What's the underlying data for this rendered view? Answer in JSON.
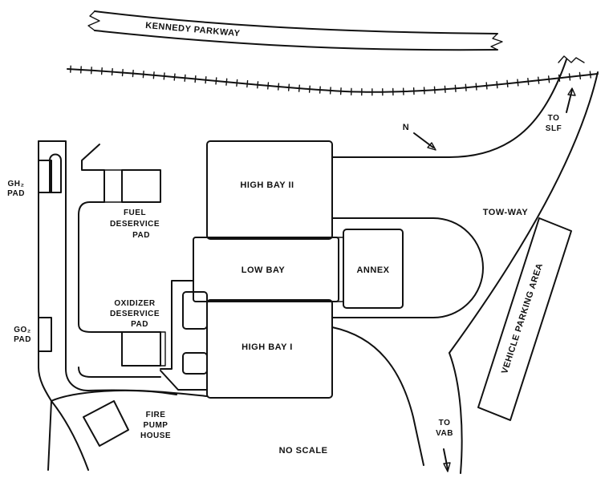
{
  "map": {
    "road_name": "KENNEDY PARKWAY",
    "north_label": "N",
    "scale_note": "NO SCALE",
    "buildings": {
      "high_bay_2": "HIGH BAY II",
      "low_bay": "LOW BAY",
      "high_bay_1": "HIGH BAY I",
      "annex": "ANNEX"
    },
    "pads": {
      "gh2": [
        "GH₂",
        "PAD"
      ],
      "go2": [
        "GO₂",
        "PAD"
      ],
      "fuel_deservice": [
        "FUEL",
        "DESERVICE",
        "PAD"
      ],
      "oxidizer_deservice": [
        "OXIDIZER",
        "DESERVICE",
        "PAD"
      ],
      "fire_pump_house": [
        "FIRE",
        "PUMP",
        "HOUSE"
      ]
    },
    "roads": {
      "tow_way": "TOW-WAY",
      "to_slf": [
        "TO",
        "SLF"
      ],
      "to_vab": [
        "TO",
        "VAB"
      ]
    },
    "vehicle_parking": "VEHICLE PARKING AREA"
  }
}
